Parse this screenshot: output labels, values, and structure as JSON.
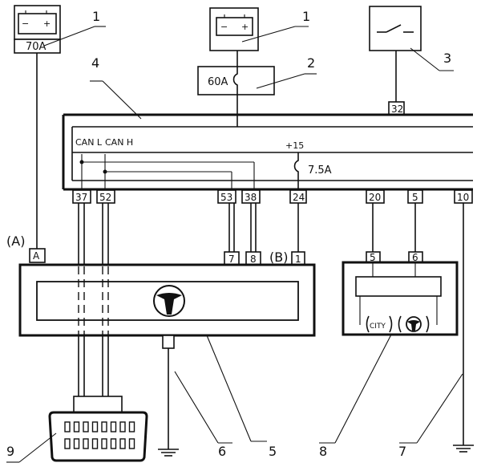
{
  "callouts": [
    "1",
    "1",
    "2",
    "3",
    "4",
    "5",
    "6",
    "7",
    "8",
    "9"
  ],
  "fuses": {
    "battery_left": "70A",
    "main": "60A",
    "ecu": "7.5A"
  },
  "bus_labels": {
    "can_l": "CAN L",
    "can_h": "CAN H",
    "plus15": "+15"
  },
  "connectors": {
    "a": "(A)",
    "b": "(B)"
  },
  "pins": {
    "p32": "32",
    "p37": "37",
    "p52": "52",
    "p53": "53",
    "p38": "38",
    "p24": "24",
    "p20": "20",
    "p5": "5",
    "p10": "10",
    "a": "A",
    "p7": "7",
    "p8": "8",
    "p1": "1",
    "m5": "5",
    "m6": "6"
  },
  "symbols": {
    "battery": "+",
    "battery_minus": "−",
    "city": "CITY"
  },
  "icons": [
    "battery-icon",
    "fuse-icon",
    "switch-icon",
    "steering-wheel-icon",
    "ground-icon",
    "obd-connector-icon",
    "city-mode-icon"
  ]
}
